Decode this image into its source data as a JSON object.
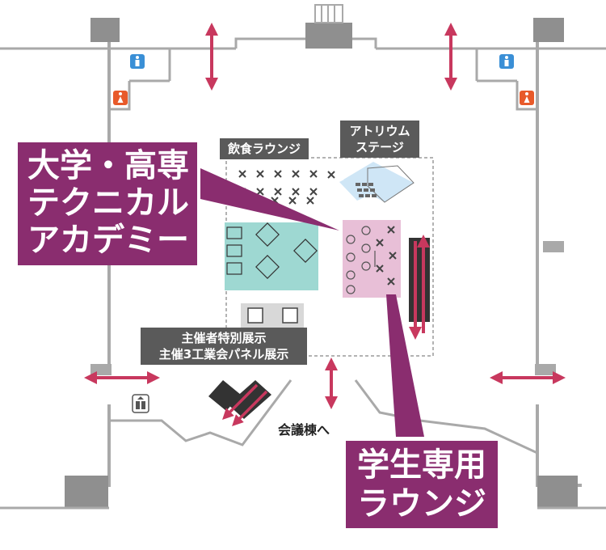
{
  "labels": {
    "dining_lounge": "飲食ラウンジ",
    "atrium_stage": [
      "アトリウム",
      "ステージ"
    ],
    "academy": [
      "大学・高専",
      "テクニカル",
      "アカデミー"
    ],
    "exhibition": [
      "主催者特別展示",
      "主催3工業会パネル展示"
    ],
    "student_lounge": [
      "学生専用",
      "ラウンジ"
    ],
    "conference": "会議棟へ"
  },
  "icons": {
    "restroom_male": "male-restroom-icon",
    "restroom_female": "female-restroom-icon",
    "elevator": "elevator-icon"
  },
  "colors": {
    "wall": "#a9a9a9",
    "arrow": "#c8385e",
    "label_dark": "#5a5a5a",
    "label_purple": "#8a2d6f",
    "teal_zone": "#9ed8d2",
    "pink_zone": "#e8bfd7",
    "stage_zone": "#cfe6f6",
    "male_icon": "#3a8fd6",
    "female_icon": "#e85a2a"
  }
}
